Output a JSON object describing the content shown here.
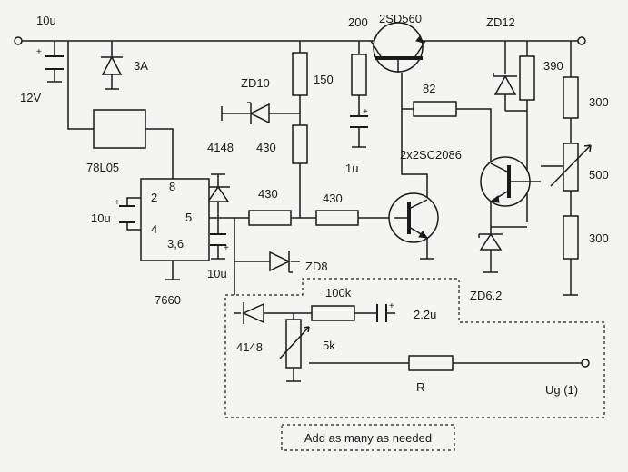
{
  "labels": {
    "c_in": "10u",
    "v_in": "12V",
    "d_in": "3A",
    "reg": "78L05",
    "pin8": "8",
    "pin2": "2",
    "pin4": "4",
    "pin5": "5",
    "pin36": "3,6",
    "c_pump": "10u",
    "ic": "7660",
    "zd10": "ZD10",
    "d4148_top": "4148",
    "c_out": "10u",
    "r150": "150",
    "r430_a": "430",
    "r430_b": "430",
    "r430_c": "430",
    "r200": "200",
    "q_main": "2SD560",
    "r82": "82",
    "c1u": "1u",
    "q_drv": "2x2SC2086",
    "zd12": "ZD12",
    "r390": "390",
    "r300_top": "300",
    "pot500": "500",
    "r300_bot": "300",
    "zd62": "ZD6.2",
    "zd8": "ZD8",
    "r100k": "100k",
    "c22u": "2.2u",
    "d4148_bot": "4148",
    "pot5k": "5k",
    "r_out": "R",
    "ug": "Ug (1)",
    "note": "Add as many as needed"
  }
}
